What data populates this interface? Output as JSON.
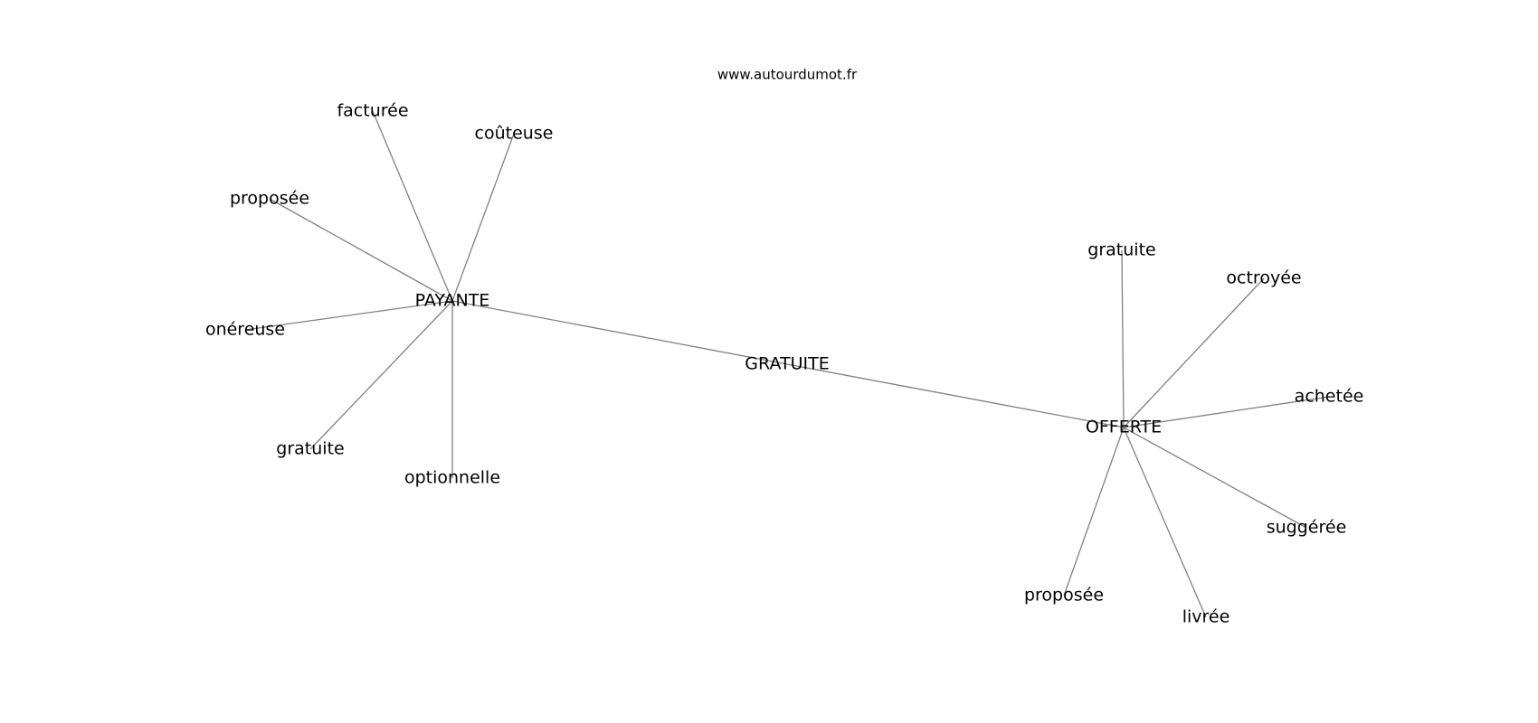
{
  "header": {
    "site": "www.autourdumot.fr"
  },
  "graph": {
    "nodes": [
      {
        "id": "gratuite-center",
        "label": "GRATUITE"
      },
      {
        "id": "payante",
        "label": "PAYANTE"
      },
      {
        "id": "offerte",
        "label": "OFFERTE"
      },
      {
        "id": "payante-facturee",
        "label": "facturée"
      },
      {
        "id": "payante-couteuse",
        "label": "coûteuse"
      },
      {
        "id": "payante-proposee",
        "label": "proposée"
      },
      {
        "id": "payante-onereuse",
        "label": "onéreuse"
      },
      {
        "id": "payante-gratuite",
        "label": "gratuite"
      },
      {
        "id": "payante-optionnelle",
        "label": "optionnelle"
      },
      {
        "id": "offerte-gratuite",
        "label": "gratuite"
      },
      {
        "id": "offerte-octroyee",
        "label": "octroyée"
      },
      {
        "id": "offerte-achetee",
        "label": "achetée"
      },
      {
        "id": "offerte-suggeree",
        "label": "suggérée"
      },
      {
        "id": "offerte-livree",
        "label": "livrée"
      },
      {
        "id": "offerte-proposee",
        "label": "proposée"
      }
    ],
    "edges": [
      [
        "payante",
        "gratuite-center"
      ],
      [
        "gratuite-center",
        "offerte"
      ],
      [
        "payante",
        "payante-facturee"
      ],
      [
        "payante",
        "payante-couteuse"
      ],
      [
        "payante",
        "payante-proposee"
      ],
      [
        "payante",
        "payante-onereuse"
      ],
      [
        "payante",
        "payante-gratuite"
      ],
      [
        "payante",
        "payante-optionnelle"
      ],
      [
        "offerte",
        "offerte-gratuite"
      ],
      [
        "offerte",
        "offerte-octroyee"
      ],
      [
        "offerte",
        "offerte-achetee"
      ],
      [
        "offerte",
        "offerte-suggeree"
      ],
      [
        "offerte",
        "offerte-livree"
      ],
      [
        "offerte",
        "offerte-proposee"
      ]
    ],
    "colors": {
      "edge": "#808080",
      "text": "#000000",
      "background": "#ffffff"
    }
  }
}
